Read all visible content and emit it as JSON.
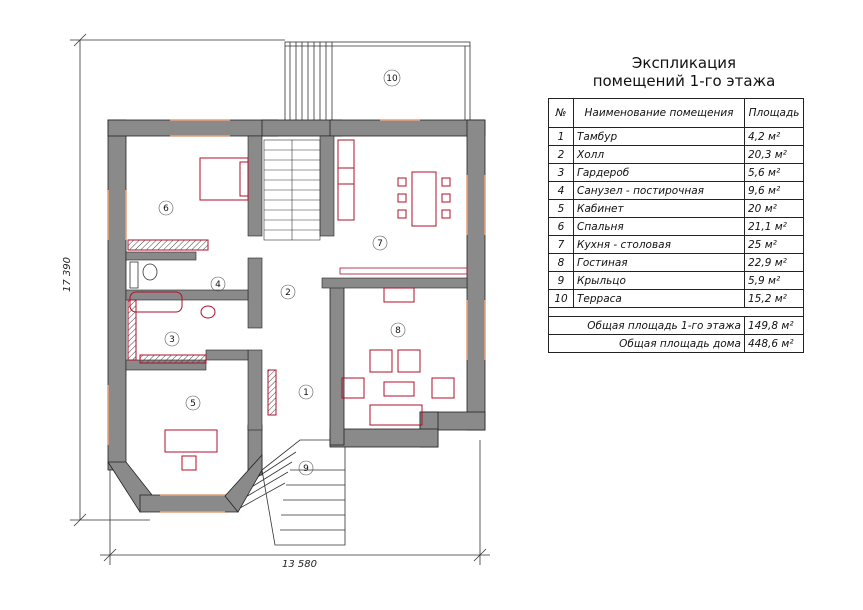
{
  "explication": {
    "title_line1": "Экспликация",
    "title_line2": "помещений 1-го этажа",
    "headers": {
      "num": "№",
      "name": "Наименование помещения",
      "area": "Площадь"
    },
    "rows": [
      {
        "num": "1",
        "name": "Тамбур",
        "area": "4,2 м²"
      },
      {
        "num": "2",
        "name": "Холл",
        "area": "20,3 м²"
      },
      {
        "num": "3",
        "name": "Гардероб",
        "area": "5,6 м²"
      },
      {
        "num": "4",
        "name": "Санузел - постирочная",
        "area": "9,6 м²"
      },
      {
        "num": "5",
        "name": "Кабинет",
        "area": "20 м²"
      },
      {
        "num": "6",
        "name": "Спальня",
        "area": "21,1 м²"
      },
      {
        "num": "7",
        "name": "Кухня - столовая",
        "area": "25 м²"
      },
      {
        "num": "8",
        "name": "Гостиная",
        "area": "22,9 м²"
      },
      {
        "num": "9",
        "name": "Крыльцо",
        "area": "5,9 м²"
      },
      {
        "num": "10",
        "name": "Терраса",
        "area": "15,2 м²"
      }
    ],
    "floor_total_label": "Общая площадь 1-го этажа",
    "floor_total_value": "149,8 м²",
    "house_total_label": "Общая площадь дома",
    "house_total_value": "448,6 м²"
  },
  "plan": {
    "dim_horizontal": "13 580",
    "dim_vertical": "17 390",
    "room_labels": [
      "1",
      "2",
      "3",
      "4",
      "5",
      "6",
      "7",
      "8",
      "9",
      "10"
    ]
  },
  "colors": {
    "wall": "#8a8a8a",
    "furniture": "#b0102a",
    "window": "#e6a07a",
    "line": "#222222"
  }
}
